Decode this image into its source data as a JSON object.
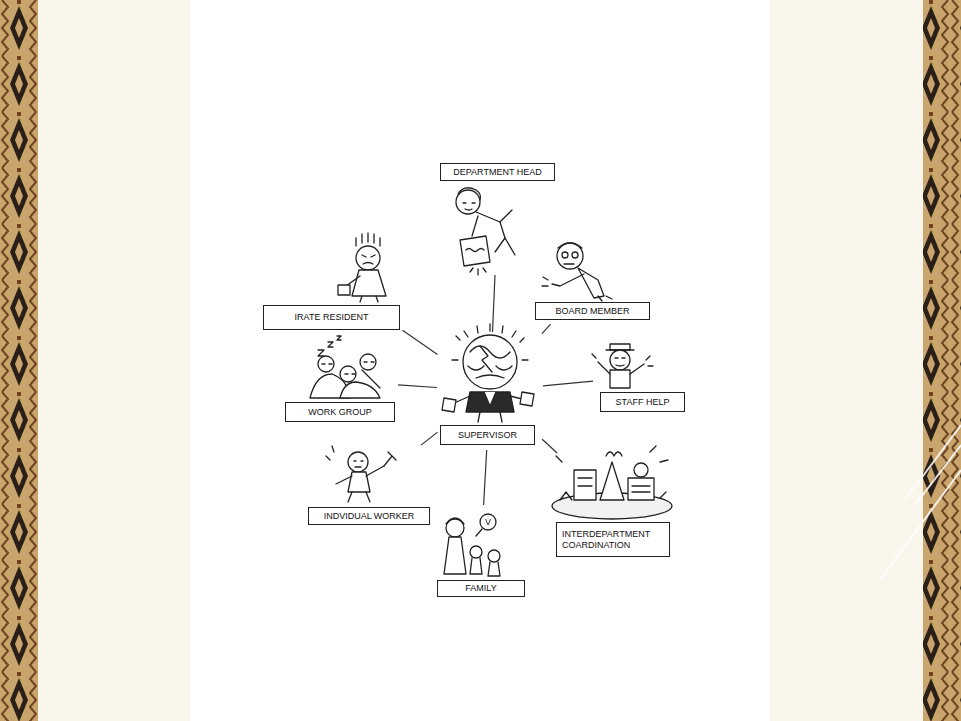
{
  "diagram": {
    "nodes": [
      {
        "text": [
          "DEPARTMENT HEAD"
        ]
      },
      {
        "text": [
          "IRATE RESIDENT"
        ]
      },
      {
        "text": [
          "BOARD MEMBER"
        ]
      },
      {
        "text": [
          "WORK GROUP"
        ]
      },
      {
        "text": [
          "STAFF HELP"
        ]
      },
      {
        "text": [
          "SUPERVISOR"
        ]
      },
      {
        "text": [
          "INDVIDUAL WORKER"
        ]
      },
      {
        "text": [
          "INTERDEPARTMENT COARDINATION"
        ]
      },
      {
        "text": [
          "FAMILY"
        ]
      }
    ],
    "edges": [
      {
        "from": 5,
        "to": 0,
        "arrow": "none"
      },
      {
        "from": 5,
        "to": 1,
        "arrow": "none"
      },
      {
        "from": 5,
        "to": 2,
        "arrow": "none"
      },
      {
        "from": 5,
        "to": 3,
        "arrow": "none"
      },
      {
        "from": 5,
        "to": 4,
        "arrow": "none"
      },
      {
        "from": 5,
        "to": 6,
        "arrow": "none"
      },
      {
        "from": 5,
        "to": 7,
        "arrow": "none"
      },
      {
        "from": 5,
        "to": 8,
        "arrow": "none"
      }
    ],
    "labels": [
      "V"
    ]
  }
}
